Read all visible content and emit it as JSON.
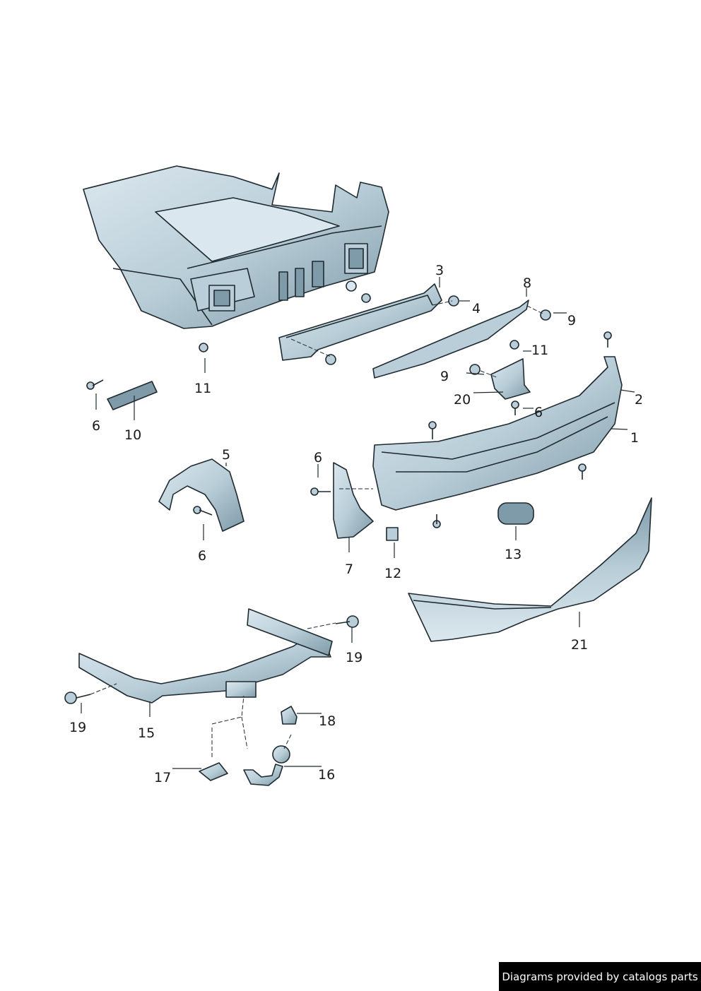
{
  "diagram": {
    "colors": {
      "part_fill": "#b9ced8",
      "part_fill_light": "#dbe7ee",
      "part_fill_dark": "#7f9aa8",
      "outline": "#1f2a30"
    },
    "callouts": [
      {
        "id": "c1",
        "text": "1"
      },
      {
        "id": "c2",
        "text": "2"
      },
      {
        "id": "c3",
        "text": "3"
      },
      {
        "id": "c4",
        "text": "4"
      },
      {
        "id": "c5",
        "text": "5"
      },
      {
        "id": "c6a",
        "text": "6"
      },
      {
        "id": "c6b",
        "text": "6"
      },
      {
        "id": "c6c",
        "text": "6"
      },
      {
        "id": "c6d",
        "text": "6"
      },
      {
        "id": "c7",
        "text": "7"
      },
      {
        "id": "c8",
        "text": "8"
      },
      {
        "id": "c9a",
        "text": "9"
      },
      {
        "id": "c9b",
        "text": "9"
      },
      {
        "id": "c10",
        "text": "10"
      },
      {
        "id": "c11a",
        "text": "11"
      },
      {
        "id": "c11b",
        "text": "11"
      },
      {
        "id": "c12",
        "text": "12"
      },
      {
        "id": "c13",
        "text": "13"
      },
      {
        "id": "c15",
        "text": "15"
      },
      {
        "id": "c16",
        "text": "16"
      },
      {
        "id": "c17",
        "text": "17"
      },
      {
        "id": "c18",
        "text": "18"
      },
      {
        "id": "c19a",
        "text": "19"
      },
      {
        "id": "c19b",
        "text": "19"
      },
      {
        "id": "c20",
        "text": "20"
      },
      {
        "id": "c21",
        "text": "21"
      }
    ]
  },
  "footer": {
    "credit": "Diagrams provided by catalogs parts"
  }
}
